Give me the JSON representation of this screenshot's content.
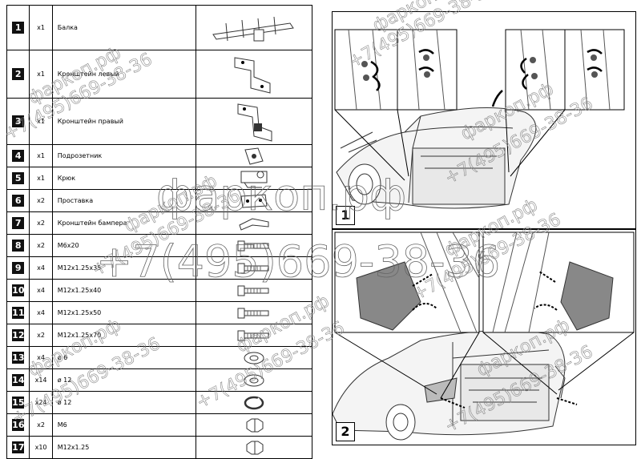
{
  "parts": [
    {
      "num": "1",
      "qty": "x1",
      "name": "Балка",
      "icon": "tow-beam-icon"
    },
    {
      "num": "2",
      "qty": "x1",
      "name": "Кронштейн левый",
      "icon": "left-bracket-icon"
    },
    {
      "num": "3",
      "qty": "x1",
      "name": "Кронштейн правый",
      "icon": "right-bracket-icon"
    },
    {
      "num": "4",
      "qty": "x1",
      "name": "Подрозетник",
      "icon": "socket-plate-icon"
    },
    {
      "num": "5",
      "qty": "x1",
      "name": "Крюк",
      "icon": "tow-ball-icon"
    },
    {
      "num": "6",
      "qty": "x2",
      "name": "Проставка",
      "icon": "spacer-icon"
    },
    {
      "num": "7",
      "qty": "x2",
      "name": "Кронштейн бампера",
      "icon": "bumper-bracket-icon"
    },
    {
      "num": "8",
      "qty": "x2",
      "name": "M6x20",
      "icon": "bolt-icon"
    },
    {
      "num": "9",
      "qty": "x4",
      "name": "M12x1.25x35",
      "icon": "bolt-icon"
    },
    {
      "num": "10",
      "qty": "x4",
      "name": "M12x1.25x40",
      "icon": "bolt-icon"
    },
    {
      "num": "11",
      "qty": "x4",
      "name": "M12x1.25x50",
      "icon": "bolt-icon"
    },
    {
      "num": "12",
      "qty": "x2",
      "name": "M12x1.25x70",
      "icon": "bolt-icon"
    },
    {
      "num": "13",
      "qty": "x4",
      "name": "ø 6",
      "icon": "washer-icon"
    },
    {
      "num": "14",
      "qty": "x14",
      "name": "ø 12",
      "icon": "washer-icon"
    },
    {
      "num": "15",
      "qty": "x24",
      "name": "ø 12",
      "icon": "spring-washer-icon"
    },
    {
      "num": "16",
      "qty": "x2",
      "name": "M6",
      "icon": "nut-icon"
    },
    {
      "num": "17",
      "qty": "x10",
      "name": "M12x1.25",
      "icon": "nut-icon"
    }
  ],
  "steps": [
    {
      "num": "1",
      "icon": "car-rear-trunk-icon"
    },
    {
      "num": "2",
      "icon": "car-rear-bumper-icon"
    }
  ],
  "watermark": {
    "site": "фаркоп.рф",
    "phone": "+7(495)669-38-36"
  }
}
